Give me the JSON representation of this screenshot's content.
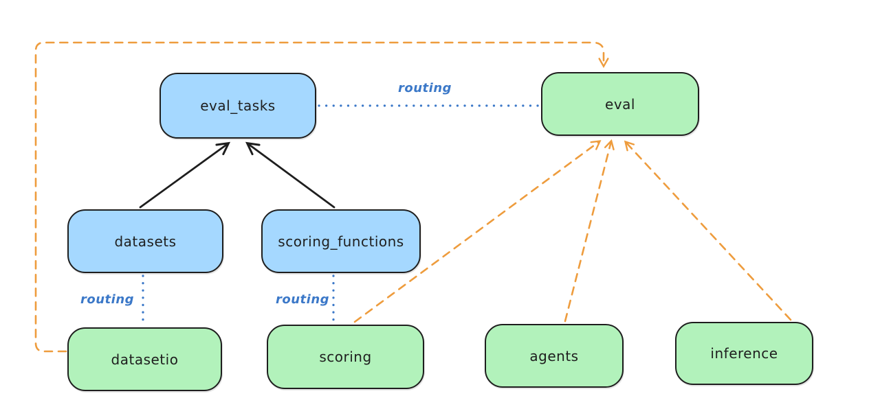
{
  "diagram": {
    "title": "",
    "nodes": {
      "eval_tasks": {
        "label": "eval_tasks",
        "fill": "#a5d8ff",
        "kind": "resource"
      },
      "eval": {
        "label": "eval",
        "fill": "#b2f2bb",
        "kind": "api"
      },
      "datasets": {
        "label": "datasets",
        "fill": "#a5d8ff",
        "kind": "resource"
      },
      "scoring_functions": {
        "label": "scoring_functions",
        "fill": "#a5d8ff",
        "kind": "resource"
      },
      "datasetio": {
        "label": "datasetio",
        "fill": "#b2f2bb",
        "kind": "api"
      },
      "scoring": {
        "label": "scoring",
        "fill": "#b2f2bb",
        "kind": "api"
      },
      "agents": {
        "label": "agents",
        "fill": "#b2f2bb",
        "kind": "api"
      },
      "inference": {
        "label": "inference",
        "fill": "#b2f2bb",
        "kind": "api"
      }
    },
    "edge_labels": {
      "routing_top": "routing",
      "routing_datasets": "routing",
      "routing_scoring": "routing"
    },
    "edges": [
      {
        "from": "datasets",
        "to": "eval_tasks",
        "style": "solid",
        "color": "#1e1e1e",
        "arrow": true,
        "label": ""
      },
      {
        "from": "scoring_functions",
        "to": "eval_tasks",
        "style": "solid",
        "color": "#1e1e1e",
        "arrow": true,
        "label": ""
      },
      {
        "from": "eval_tasks",
        "to": "eval",
        "style": "dotted",
        "color": "#3b78c8",
        "arrow": false,
        "label": "routing"
      },
      {
        "from": "datasets",
        "to": "datasetio",
        "style": "dotted",
        "color": "#3b78c8",
        "arrow": false,
        "label": "routing"
      },
      {
        "from": "scoring_functions",
        "to": "scoring",
        "style": "dotted",
        "color": "#3b78c8",
        "arrow": false,
        "label": "routing"
      },
      {
        "from": "datasetio",
        "to": "eval",
        "style": "dashed",
        "color": "#ee9c3d",
        "arrow": true,
        "label": ""
      },
      {
        "from": "scoring",
        "to": "eval",
        "style": "dashed",
        "color": "#ee9c3d",
        "arrow": true,
        "label": ""
      },
      {
        "from": "agents",
        "to": "eval",
        "style": "dashed",
        "color": "#ee9c3d",
        "arrow": true,
        "label": ""
      },
      {
        "from": "inference",
        "to": "eval",
        "style": "dashed",
        "color": "#ee9c3d",
        "arrow": true,
        "label": ""
      }
    ],
    "colors": {
      "background": "#ffffff",
      "node_border": "#1e1e1e",
      "blue_fill": "#a5d8ff",
      "green_fill": "#b2f2bb",
      "routing_blue": "#3b78c8",
      "orange_dash": "#ee9c3d",
      "black_arrow": "#1e1e1e"
    }
  }
}
